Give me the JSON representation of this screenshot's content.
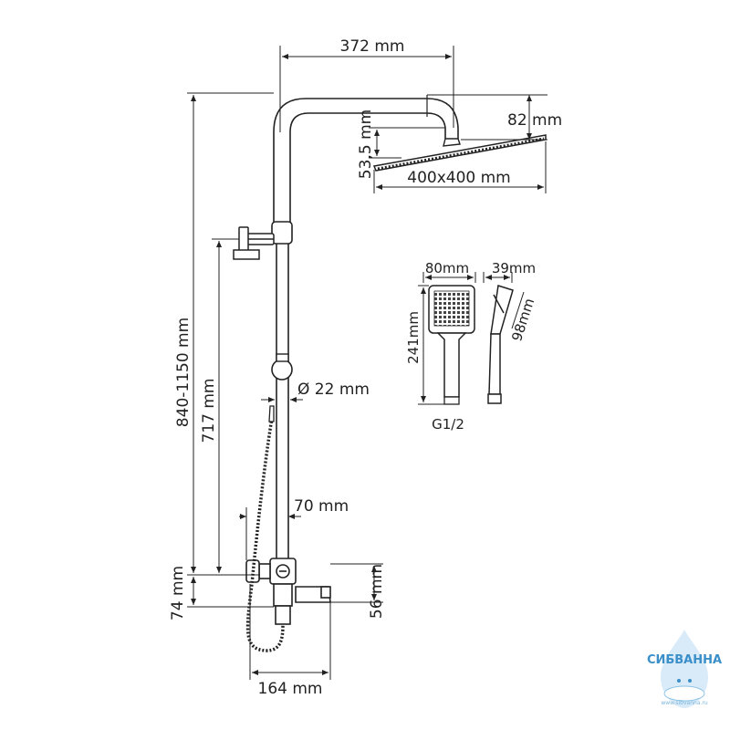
{
  "dimensions": {
    "arm_reach": "372 mm",
    "head_height": "82 mm",
    "head_thickness": "53,5 mm",
    "head_size": "400x400 mm",
    "total_height": "840-1150 mm",
    "slide_height": "717 mm",
    "pipe_diameter": "Ø 22 mm",
    "mixer_offset": "70 mm",
    "mixer_height": "74 mm",
    "spout_height": "56 mm",
    "spout_length": "164 mm"
  },
  "hand_shower": {
    "width": "80mm",
    "depth": "39mm",
    "length": "241mm",
    "side_length": "98mm",
    "thread": "G1/2"
  },
  "watermark": {
    "brand": "СИБВАННА",
    "url": "www.sibvanna.ru",
    "accent_color": "#3a8fc9"
  }
}
